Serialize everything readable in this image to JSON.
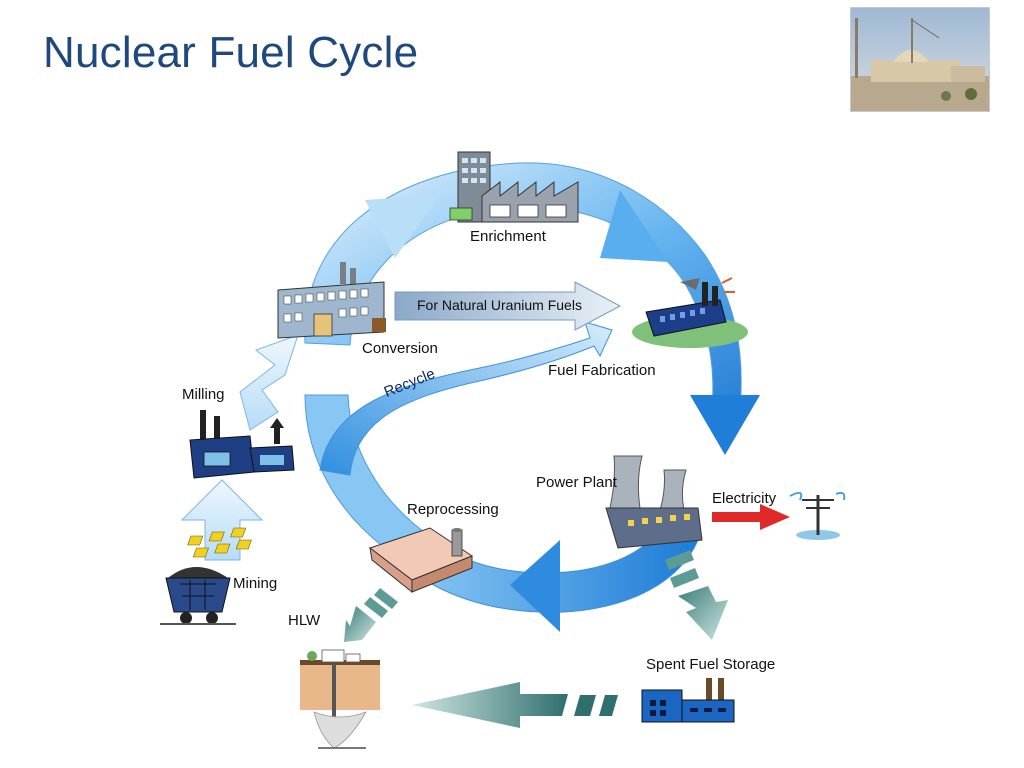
{
  "title": "Nuclear Fuel Cycle",
  "photo": {
    "subject": "nuclear power plant photo"
  },
  "colors": {
    "title": "#1f497d",
    "cycle_light": "#cfe7fb",
    "cycle_dark": "#1f7fd8",
    "recycle_band": "#6fb6ee",
    "electricity_arrow": "#e02a2a",
    "waste_arrow": "#6aa6a2"
  },
  "stages": {
    "enrichment": "Enrichment",
    "natural_uranium": "For Natural Uranium Fuels",
    "fuel_fabrication": "Fuel Fabrication",
    "conversion": "Conversion",
    "recycle": "Recycle",
    "milling": "Milling",
    "power_plant": "Power Plant",
    "electricity": "Electricity",
    "reprocessing": "Reprocessing",
    "mining": "Mining",
    "hlw": "HLW",
    "spent_fuel_storage": "Spent Fuel Storage"
  }
}
